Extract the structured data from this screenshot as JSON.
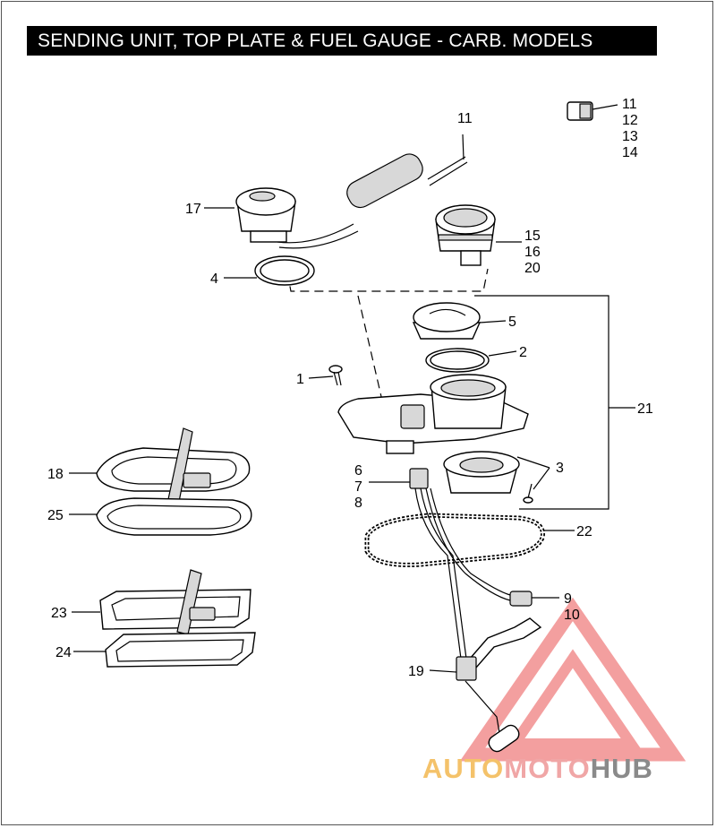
{
  "title": "SENDING UNIT, TOP PLATE & FUEL GAUGE - CARB. MODELS",
  "watermark": {
    "part1": "AUTO",
    "part2": "MOTO",
    "part3": "HUB",
    "colors": {
      "auto": "#f4c26a",
      "moto": "#f0a6a6",
      "hub": "#8a8a8a",
      "triangle": "#f08080"
    }
  },
  "callouts": {
    "c11a": "11",
    "c11b": "11",
    "c12": "12",
    "c13": "13",
    "c14": "14",
    "c17": "17",
    "c15": "15",
    "c16": "16",
    "c20": "20",
    "c4": "4",
    "c5": "5",
    "c2": "2",
    "c1": "1",
    "c21": "21",
    "c3": "3",
    "c6": "6",
    "c7": "7",
    "c8": "8",
    "c18": "18",
    "c25": "25",
    "c22": "22",
    "c9": "9",
    "c10": "10",
    "c23": "23",
    "c24": "24",
    "c19": "19"
  }
}
